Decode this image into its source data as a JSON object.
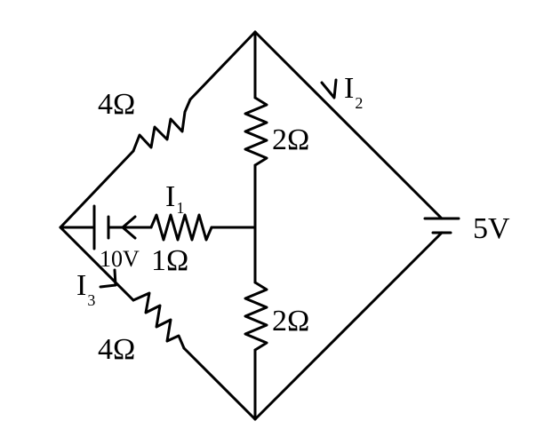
{
  "circuit": {
    "resistors": {
      "upper_left": "4Ω",
      "upper_middle": "2Ω",
      "lower_middle": "2Ω",
      "lower_left": "4Ω",
      "middle_branch": "1Ω"
    },
    "sources": {
      "left_battery": "10V",
      "right_battery": "5V"
    },
    "currents": {
      "i1": {
        "letter": "I",
        "subscript": "1"
      },
      "i2": {
        "letter": "I",
        "subscript": "2"
      },
      "i3": {
        "letter": "I",
        "subscript": "3"
      }
    }
  }
}
